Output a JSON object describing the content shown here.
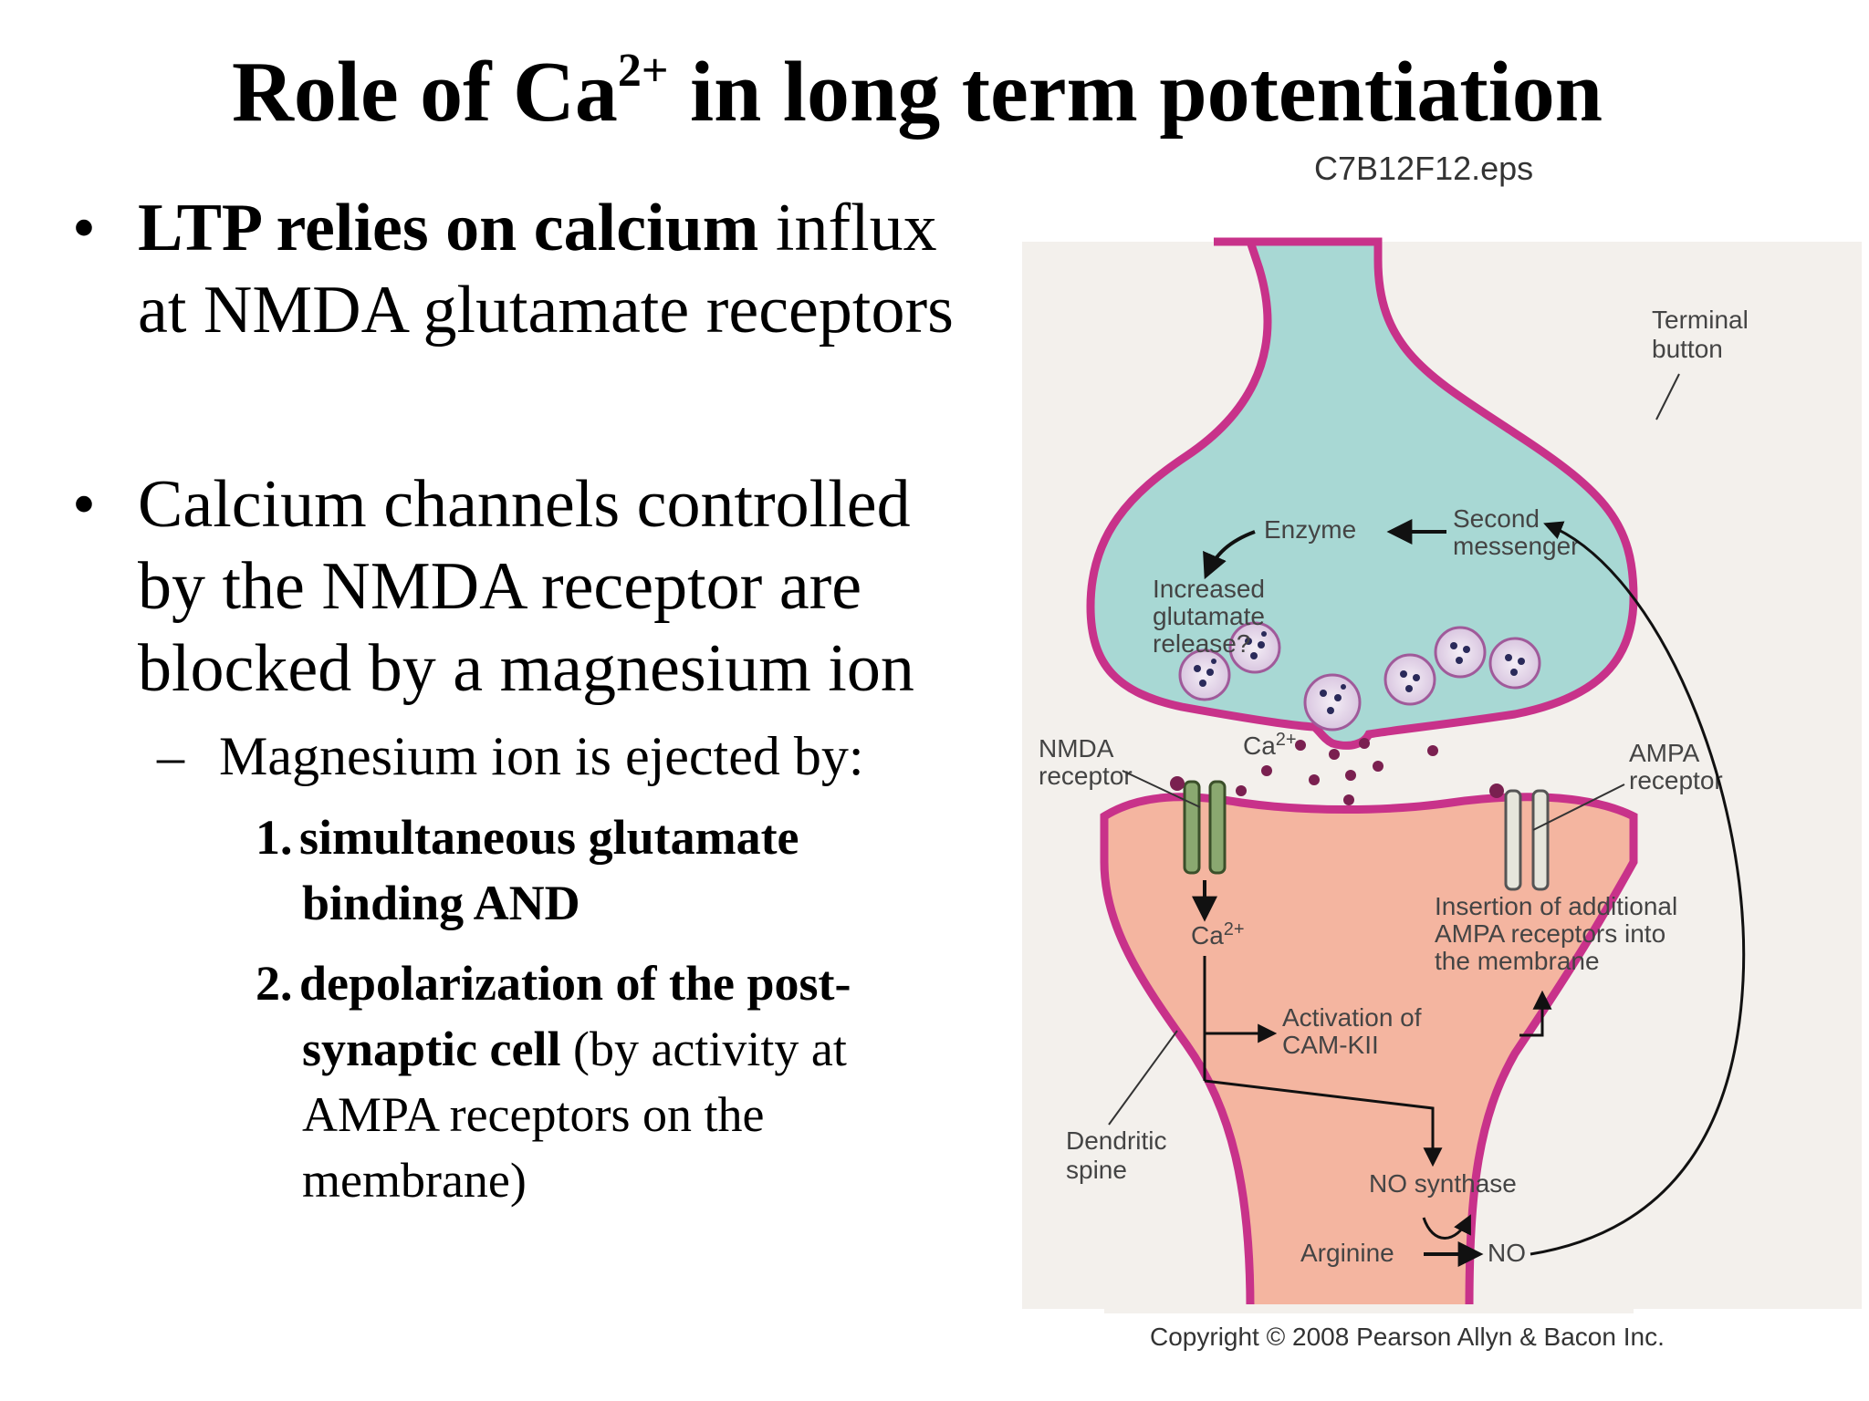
{
  "title": {
    "main": "Role of Ca",
    "sup": "2+",
    "rest": " in long term potentiation"
  },
  "bullets": [
    {
      "symbol": "•",
      "bold": "LTP relies on calcium",
      "rest": " influx at NMDA glutamate receptors"
    },
    {
      "symbol": "•",
      "text": "Calcium channels controlled by the NMDA receptor are blocked by a magnesium ion"
    }
  ],
  "sub_bullet": {
    "symbol": "–",
    "text": "Magnesium ion is ejected by:"
  },
  "numbered": [
    {
      "num": "1.",
      "bold": "simultaneous glutamate binding AND",
      "rest": ""
    },
    {
      "num": "2.",
      "bold": "depolarization of the post-synaptic cell",
      "rest": " (by activity at AMPA receptors on the membrane)"
    }
  ],
  "diagram": {
    "file_label": "C7B12F12.eps",
    "labels": {
      "terminal_button_1": "Terminal",
      "terminal_button_2": "button",
      "enzyme": "Enzyme",
      "second_messenger_1": "Second",
      "second_messenger_2": "messenger",
      "increased_1": "Increased",
      "increased_2": "glutamate",
      "increased_3": "release?",
      "nmda_1": "NMDA",
      "nmda_2": "receptor",
      "ca_top": "Ca",
      "ca_top_sup": "2+",
      "ampa_1": "AMPA",
      "ampa_2": "receptor",
      "ca_bottom": "Ca",
      "ca_bottom_sup": "2+",
      "insertion_1": "Insertion of additional",
      "insertion_2": "AMPA receptors into",
      "insertion_3": "the membrane",
      "activation_1": "Activation of",
      "activation_2": "CAM-KII",
      "dendritic_1": "Dendritic",
      "dendritic_2": "spine",
      "no_synthase": "NO synthase",
      "arginine": "Arginine",
      "no": "NO"
    },
    "copyright": "Copyright © 2008 Pearson Allyn & Bacon Inc.",
    "colors": {
      "terminal_fill": "#a8d8d4",
      "spine_fill": "#f4b5a0",
      "membrane": "#c8328a",
      "background": "#f3f0ec",
      "nmda_channel": "#8aa870",
      "ampa_channel": "#e6e6dc"
    }
  }
}
